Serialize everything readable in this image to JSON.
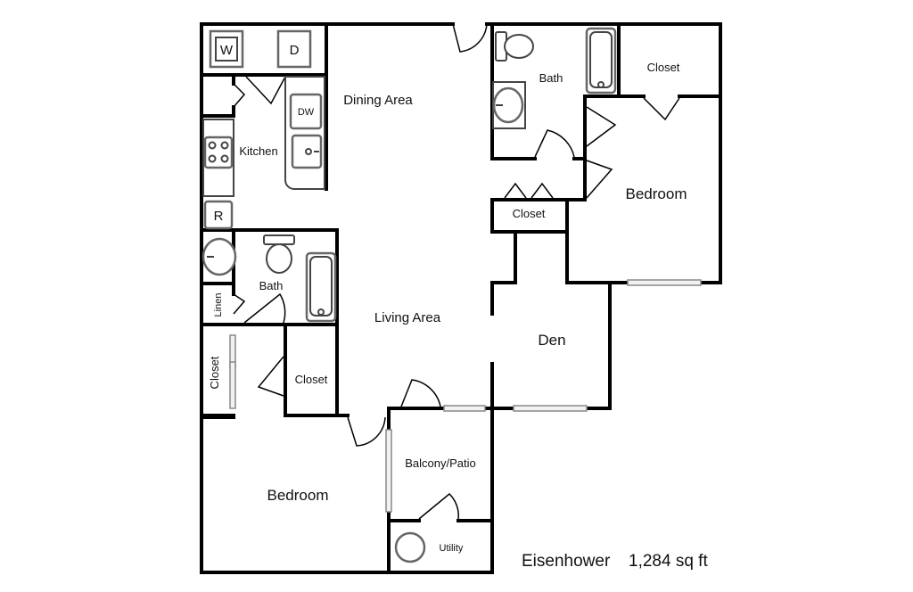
{
  "rooms": {
    "dining": "Dining Area",
    "kitchen": "Kitchen",
    "bath_top": "Bath",
    "closet_top_right": "Closet",
    "bedroom_right": "Bedroom",
    "closet_hall": "Closet",
    "bath_left": "Bath",
    "linen": "Linen",
    "living": "Living Area",
    "den": "Den",
    "closet_left_vertical": "Closet",
    "closet_left": "Closet",
    "balcony": "Balcony/Patio",
    "bedroom_left": "Bedroom",
    "utility": "Utility"
  },
  "appliances": {
    "washer": "W",
    "dryer": "D",
    "dishwasher": "DW",
    "refrigerator": "R"
  },
  "caption": {
    "plan_name": "Eisenhower",
    "area": "1,284 sq ft"
  }
}
